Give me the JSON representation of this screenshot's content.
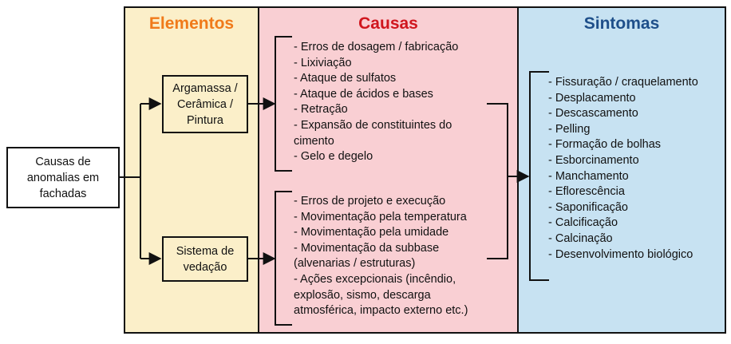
{
  "columns": {
    "elementos": {
      "title": "Elementos",
      "color": "#f07a1a"
    },
    "causas": {
      "title": "Causas",
      "color": "#d0161e"
    },
    "sintomas": {
      "title": "Sintomas",
      "color": "#1e4f8a"
    }
  },
  "boxes": {
    "main": [
      "Causas de",
      "anomalias em",
      "fachadas"
    ],
    "argamassa": [
      "Argamassa /",
      "Cerâmica /",
      "Pintura"
    ],
    "sistema": [
      "Sistema de",
      "vedação"
    ]
  },
  "causas_argamassa": [
    "- Erros de dosagem / fabricação",
    "- Lixiviação",
    "- Ataque de sulfatos",
    "- Ataque de ácidos e bases",
    "- Retração",
    "- Expansão de constituintes do",
    "cimento",
    "- Gelo e degelo"
  ],
  "causas_sistema": [
    "- Erros de projeto e execução",
    "- Movimentação pela temperatura",
    "- Movimentação pela umidade",
    "- Movimentação da subbase",
    "(alvenarias / estruturas)",
    "- Ações excepcionais (incêndio,",
    "explosão, sismo, descarga",
    "atmosférica, impacto externo etc.)"
  ],
  "sintomas": [
    "- Fissuração / craquelamento",
    "- Desplacamento",
    "- Descascamento",
    "- Pelling",
    "- Formação de bolhas",
    "- Esborcinamento",
    "- Manchamento",
    "- Eflorescência",
    "- Saponificação",
    "- Calcificação",
    "- Calcinação",
    "- Desenvolvimento biológico"
  ]
}
